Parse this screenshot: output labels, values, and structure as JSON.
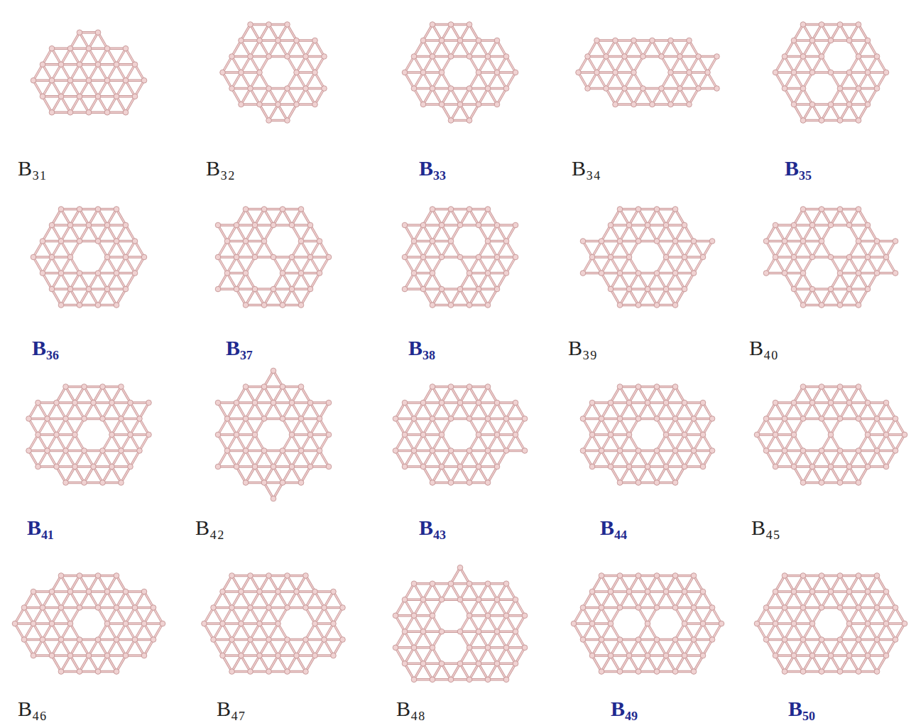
{
  "diagram": {
    "labels": [
      "B₃₁",
      "B₃₂",
      "B₃₃",
      "B₃₄",
      "B₃₅",
      "B₃₆",
      "B₃₇",
      "B₃₈",
      "B₃₉",
      "B₄₀",
      "B₄₁",
      "B₄₂",
      "B₄₃",
      "B₄₄",
      "B₄₅",
      "B₄₆",
      "B₄₇",
      "B₄₈",
      "B₄₉",
      "B₅₀"
    ]
  }
}
